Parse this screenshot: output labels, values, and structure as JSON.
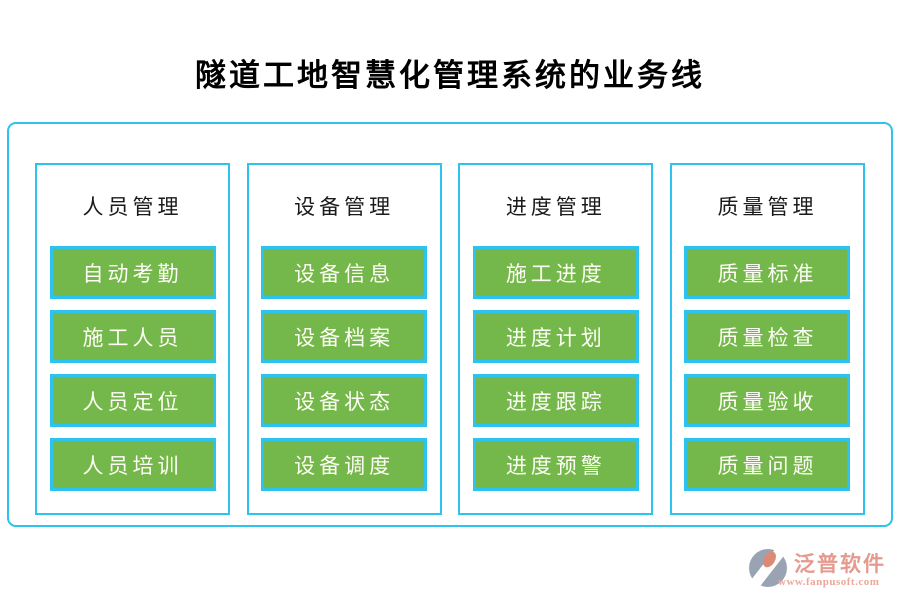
{
  "title": "隧道工地智慧化管理系统的业务线",
  "colors": {
    "border_cyan": "#2cc3ef",
    "button_green": "#74b74a",
    "button_text": "#fefef6",
    "title_color": "#000000",
    "header_text": "#1a1a1a",
    "logo_salmon": "#e59a8f",
    "logo_url": "#eba89c",
    "logo_grey": "#9aa3b4",
    "logo_petal": "#dd8a74"
  },
  "columns": [
    {
      "header": "人员管理",
      "items": [
        "自动考勤",
        "施工人员",
        "人员定位",
        "人员培训"
      ]
    },
    {
      "header": "设备管理",
      "items": [
        "设备信息",
        "设备档案",
        "设备状态",
        "设备调度"
      ]
    },
    {
      "header": "进度管理",
      "items": [
        "施工进度",
        "进度计划",
        "进度跟踪",
        "进度预警"
      ]
    },
    {
      "header": "质量管理",
      "items": [
        "质量标准",
        "质量检查",
        "质量验收",
        "质量问题"
      ]
    }
  ],
  "footer": {
    "brand": "泛普软件",
    "url": "www.fanpusoft.com",
    "logo_icon": "fanpu-shutter-logo"
  }
}
